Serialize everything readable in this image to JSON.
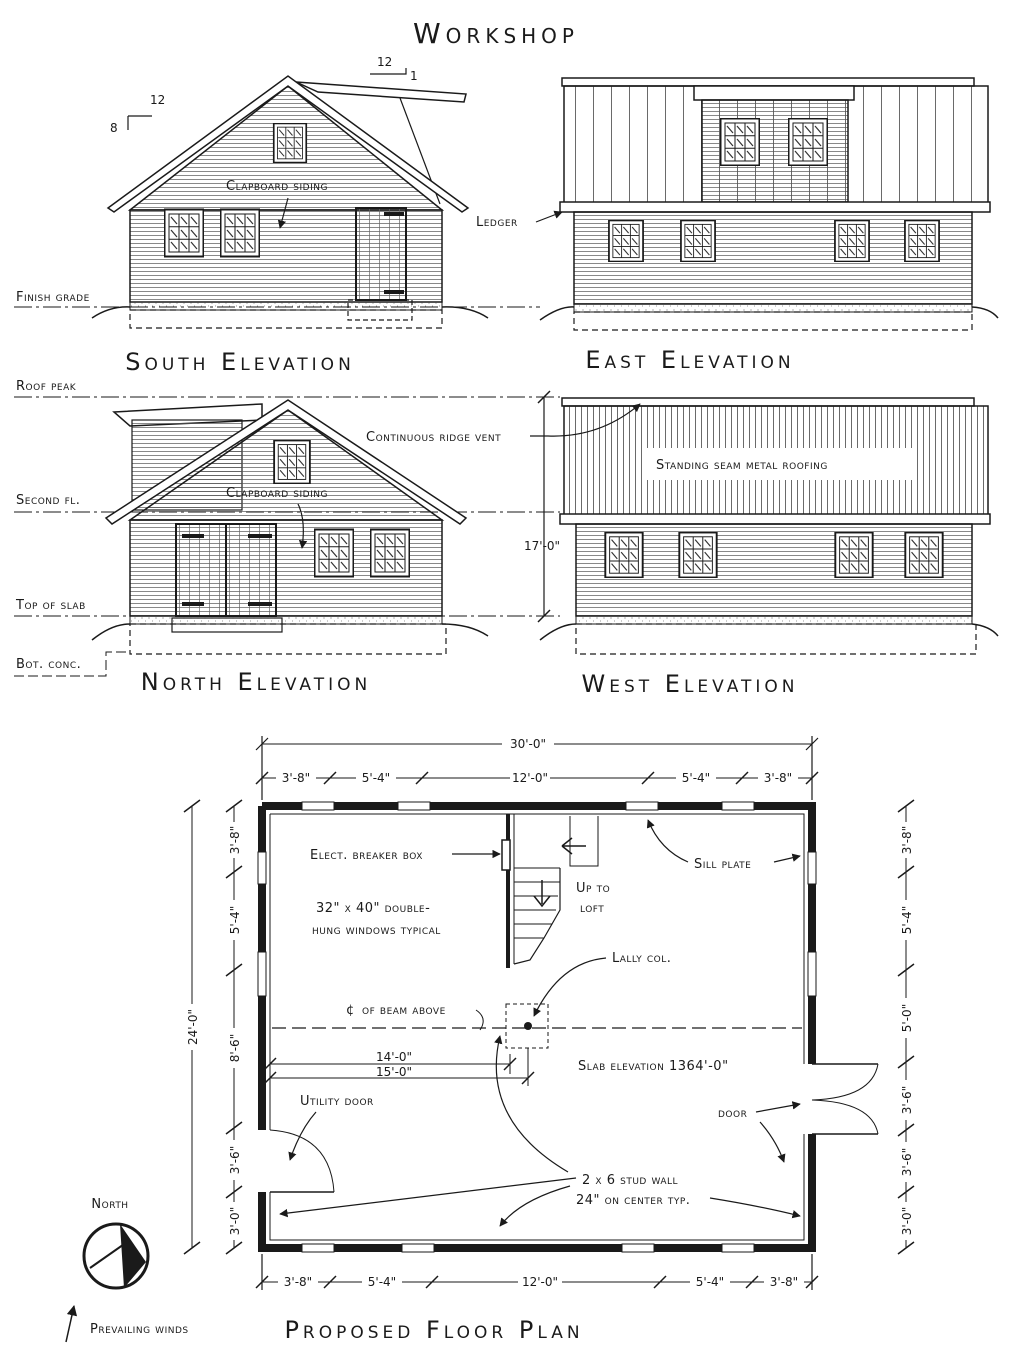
{
  "title": "Workshop",
  "pitch": {
    "main_run": "12",
    "main_rise": "8",
    "shed_run": "12",
    "shed_rise": "1"
  },
  "elevations": {
    "south": "South Elevation",
    "east": "East Elevation",
    "north": "North Elevation",
    "west": "West Elevation"
  },
  "level_labels": {
    "finish_grade": "Finish grade",
    "roof_peak": "Roof peak",
    "second_fl": "Second fl.",
    "top_of_slab": "Top of slab",
    "bot_conc": "Bot. conc."
  },
  "notes": {
    "clapboard_south": "Clapboard siding",
    "clapboard_north": "Clapboard siding",
    "ledger": "Ledger",
    "ridge_vent": "Continuous ridge vent",
    "metal_roofing": "Standing seam metal roofing",
    "height": "17'-0\""
  },
  "plan": {
    "title": "Proposed Floor Plan",
    "overall_width": "30'-0\"",
    "overall_depth": "24'-0\"",
    "top_dims": [
      "3'-8\"",
      "5'-4\"",
      "12'-0\"",
      "5'-4\"",
      "3'-8\""
    ],
    "bottom_dims": [
      "3'-8\"",
      "5'-4\"",
      "12'-0\"",
      "5'-4\"",
      "3'-8\""
    ],
    "left_dims": [
      "3'-8\"",
      "5'-4\"",
      "8'-6\"",
      "3'-6\"",
      "3'-0\""
    ],
    "right_dims": [
      "3'-8\"",
      "5'-4\"",
      "5'-0\"",
      "3'-6\"",
      "3'-6\"",
      "3'-0\""
    ],
    "beam_dims": [
      "14'-0\"",
      "15'-0\""
    ],
    "breaker": "Elect. breaker box",
    "windows_line1": "32\" x 40\" double-",
    "windows_line2": "hung windows typical",
    "up_line1": "Up to",
    "up_line2": "loft",
    "sill": "Sill plate",
    "lally": "Lally col.",
    "beam": "of beam above",
    "centerline_symbol": "¢",
    "slab": "Slab elevation 1364'-0\"",
    "utility_door": "Utility door",
    "door": "door",
    "stud_line1": "2 x 6 stud wall",
    "stud_line2": "24\" on center typ.",
    "north": "North",
    "winds": "Prevailing winds"
  }
}
